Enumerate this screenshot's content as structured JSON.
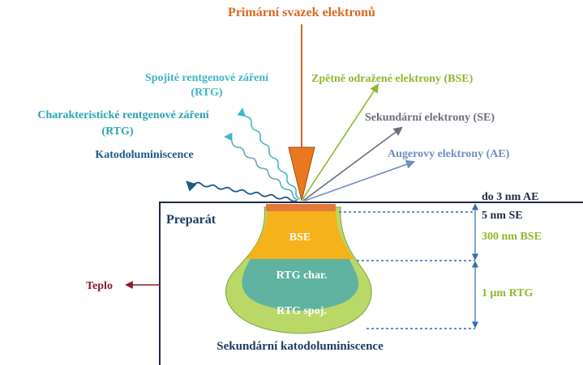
{
  "beam": {
    "label": "Primární svazek elektronů",
    "color": "#d9691e"
  },
  "emissions": {
    "continuous_xray": {
      "line1": "Spojité rentgenové záření",
      "line2": "(RTG)",
      "color": "#3fb6c9"
    },
    "characteristic_xray": {
      "line1": "Charakteristické rentgenové záření",
      "line2": "(RTG)",
      "color": "#2aa3b5"
    },
    "cathodoluminescence": {
      "label": "Katodoluminiscence",
      "color": "#1c5a8a"
    },
    "backscattered": {
      "label": "Zpětně odražené elektrony (BSE)",
      "color": "#8db82f"
    },
    "secondary": {
      "label": "Sekundární elektrony (SE)",
      "color": "#6b6f7d"
    },
    "auger": {
      "label": "Augerovy elektrony (AE)",
      "color": "#6f8fbf"
    }
  },
  "sample": {
    "label": "Preparát",
    "color": "#1f3b63"
  },
  "zones": {
    "bse": "BSE",
    "rtg_char": "RTG char.",
    "rtg_spoj": "RTG spoj."
  },
  "depths": {
    "auger": "do 3 nm AE",
    "se": "5 nm SE",
    "bse": "300 nm BSE",
    "rtg": "1 μm RTG"
  },
  "heat": {
    "label": "Teplo",
    "color": "#8b1a2b"
  },
  "bottom_label": "Sekundární katodoluminiscence"
}
